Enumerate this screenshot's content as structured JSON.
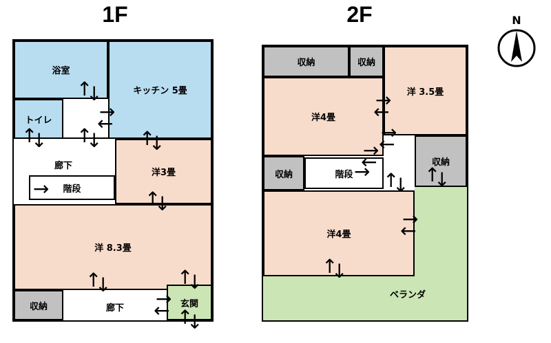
{
  "colors": {
    "wet_area_blue": "#b9ddf0",
    "room_pink": "#f8dccb",
    "storage_gray": "#c1c1c1",
    "outdoor_green": "#cbe5b5",
    "wall_black": "#000000"
  },
  "compass": {
    "north_label": "N"
  },
  "floor1": {
    "title": "1F",
    "rooms": {
      "bathroom": "浴室",
      "kitchen": "キッチン 5畳",
      "toilet": "トイレ",
      "hallway_upper": "廊下",
      "stairs": "階段",
      "western_3": "洋3畳",
      "western_8_3": "洋 8.3畳",
      "storage": "収納",
      "hallway_lower": "廊下",
      "entrance": "玄関"
    }
  },
  "floor2": {
    "title": "2F",
    "rooms": {
      "storage_top_left": "収納",
      "storage_top_mid": "収納",
      "western_3_5": "洋 3.5畳",
      "western_4_upper": "洋4畳",
      "storage_left": "収納",
      "stairs": "階段",
      "storage_right": "収納",
      "western_4_lower": "洋4畳",
      "veranda": "ベランダ"
    }
  },
  "icons": {
    "arrow_up": "↑",
    "arrow_down": "↓",
    "arrow_left": "←",
    "arrow_right": "→"
  }
}
